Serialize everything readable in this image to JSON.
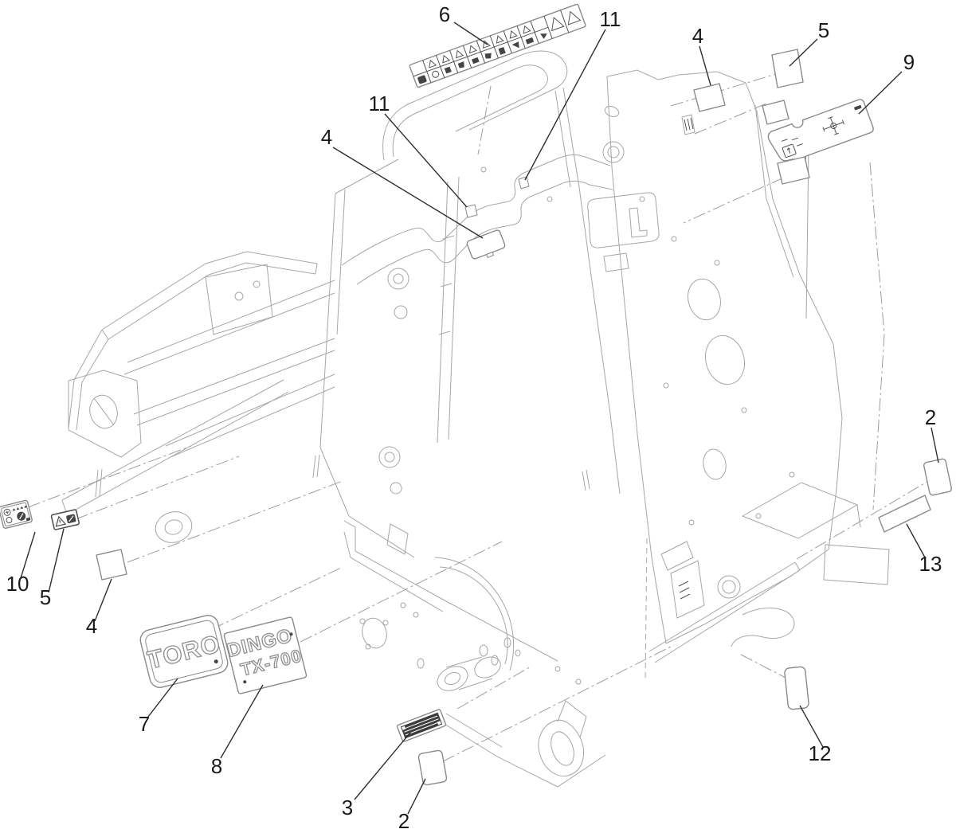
{
  "diagram": {
    "description": "Exploded parts diagram showing decal and label locations on a compact utility loader frame",
    "colors": {
      "background": "#ffffff",
      "line_art": "#a6a6a6",
      "callout_text": "#1a1a1a",
      "leader_line": "#2f2f2f",
      "decal_outline": "#8a8a8a",
      "decal_dark": "#454545"
    },
    "decals": {
      "brand_logo": "TORO",
      "model_line1": "DINGO",
      "model_line2": "TX-700"
    },
    "callouts": [
      {
        "id": "callout-6-top",
        "label": "6"
      },
      {
        "id": "callout-11-top",
        "label": "11"
      },
      {
        "id": "callout-4-top",
        "label": "4"
      },
      {
        "id": "callout-5-top",
        "label": "5"
      },
      {
        "id": "callout-9",
        "label": "9"
      },
      {
        "id": "callout-11-mid",
        "label": "11"
      },
      {
        "id": "callout-4-mid",
        "label": "4"
      },
      {
        "id": "callout-2-right",
        "label": "2"
      },
      {
        "id": "callout-13",
        "label": "13"
      },
      {
        "id": "callout-10",
        "label": "10"
      },
      {
        "id": "callout-5-left",
        "label": "5"
      },
      {
        "id": "callout-4-left",
        "label": "4"
      },
      {
        "id": "callout-7",
        "label": "7"
      },
      {
        "id": "callout-8",
        "label": "8"
      },
      {
        "id": "callout-3",
        "label": "3"
      },
      {
        "id": "callout-2-bottom",
        "label": "2"
      },
      {
        "id": "callout-12",
        "label": "12"
      }
    ]
  }
}
